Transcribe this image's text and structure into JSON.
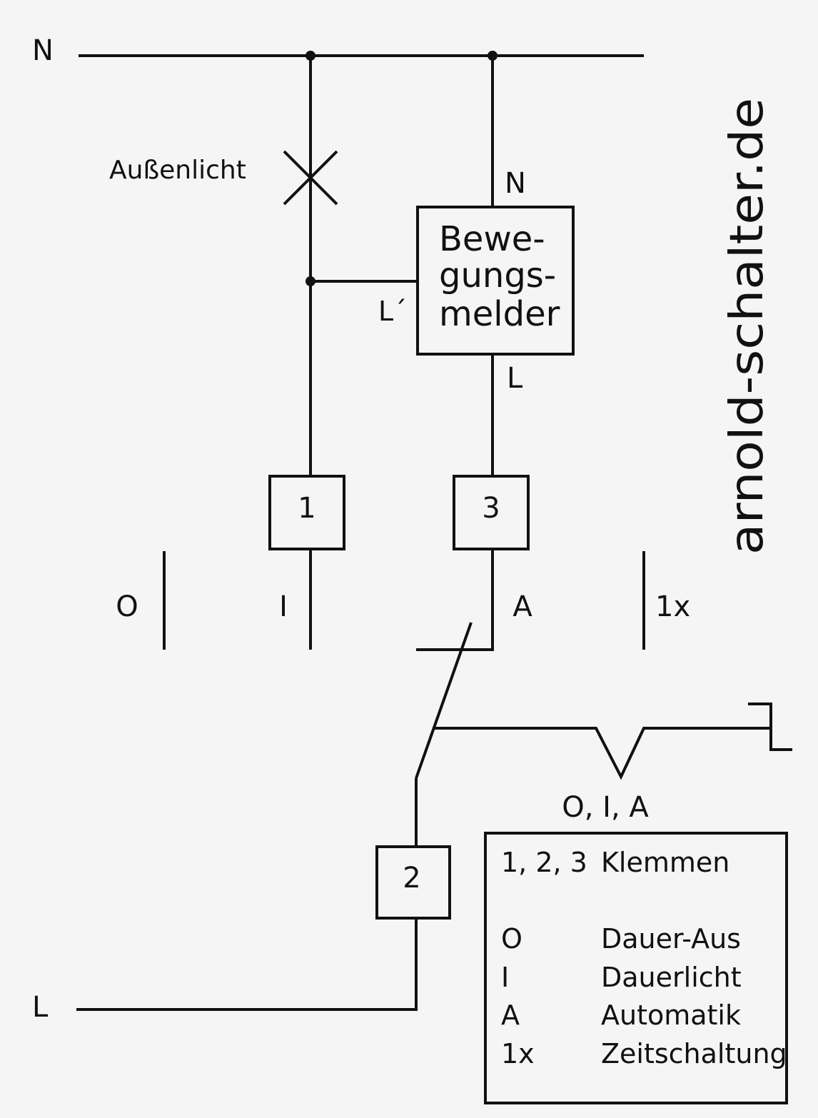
{
  "rails": {
    "neutral": "N",
    "live": "L"
  },
  "lamp_label": "Außenlicht",
  "motion_detector": {
    "label_lines": [
      "Bewe-",
      "gungs-",
      "melder"
    ],
    "terminal_n": "N",
    "terminal_l": "L",
    "terminal_l_prime": "L´"
  },
  "terminals": {
    "t1": "1",
    "t2": "2",
    "t3": "3"
  },
  "switch_positions": {
    "off": "O",
    "on": "I",
    "auto": "A",
    "timer": "1x"
  },
  "selector_caption": "O, I,  A",
  "watermark": "arnold-schalter.de",
  "legend": {
    "rows": [
      {
        "key": "1, 2, 3",
        "value": "Klemmen"
      },
      {
        "key": "O",
        "value": "Dauer-Aus"
      },
      {
        "key": "I",
        "value": "Dauerlicht"
      },
      {
        "key": "A",
        "value": "Automatik"
      },
      {
        "key": "1x",
        "value": "Zeitschaltung"
      }
    ]
  }
}
